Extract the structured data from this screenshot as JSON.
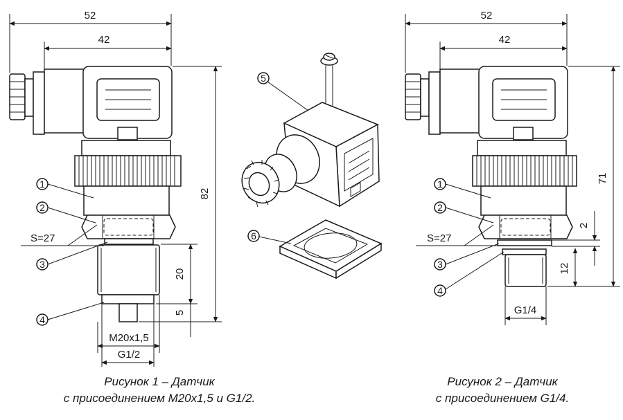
{
  "figure1": {
    "dim_52": "52",
    "dim_42": "42",
    "dim_82": "82",
    "dim_20": "20",
    "dim_5": "5",
    "thread_1": "M20x1,5",
    "thread_2": "G1/2",
    "wrench_size": "S=27",
    "callouts": [
      "1",
      "2",
      "3",
      "4"
    ],
    "caption_line1": "Рисунок 1  –  Датчик",
    "caption_line2": "с присоединением M20x1,5 и G1/2."
  },
  "connector": {
    "callouts": [
      "5",
      "6"
    ]
  },
  "figure2": {
    "dim_52": "52",
    "dim_42": "42",
    "dim_71": "71",
    "dim_2": "2",
    "dim_12": "12",
    "thread": "G1/4",
    "wrench_size": "S=27",
    "callouts": [
      "1",
      "2",
      "3",
      "4"
    ],
    "caption_line1": "Рисунок 2  –  Датчик",
    "caption_line2": "с присоединением G1/4."
  }
}
